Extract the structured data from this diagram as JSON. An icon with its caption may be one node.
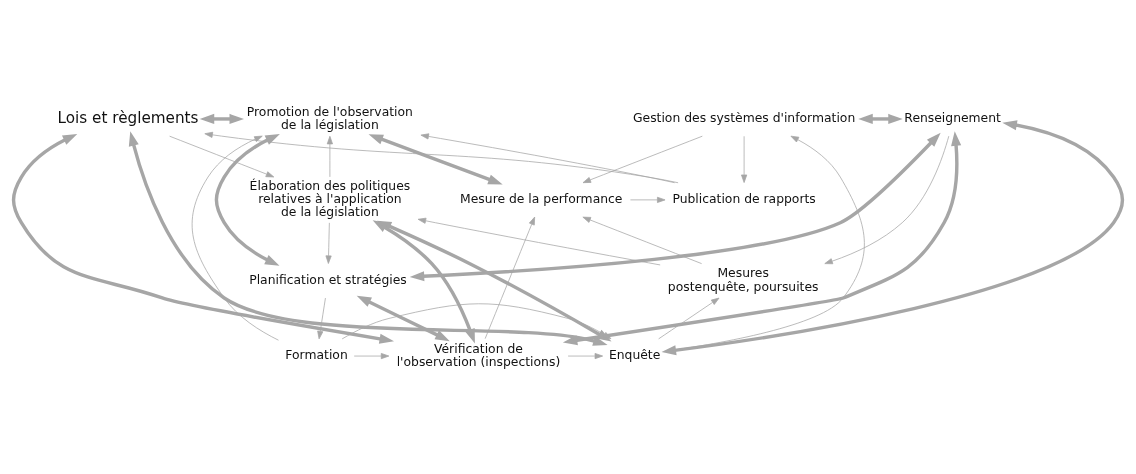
{
  "diagram": {
    "nodes": [
      {
        "text": [
          "Gestion des systèmes d'information"
        ]
      },
      {
        "text": [
          "Mesure de la performance"
        ]
      },
      {
        "text": [
          "Publication de rapports"
        ]
      },
      {
        "text": [
          "Élaboration des politiques relatives à l'application de la législation"
        ]
      },
      {
        "text": [
          "Renseignement"
        ]
      },
      {
        "text": [
          "Lois et règlements"
        ]
      },
      {
        "text": [
          "Promotion de l'observation de la législation"
        ]
      },
      {
        "text": [
          "Mesures postenquête, poursuites"
        ]
      },
      {
        "text": [
          "Planification et stratégies"
        ]
      },
      {
        "text": [
          "Enquête"
        ]
      },
      {
        "text": [
          "Vérification de l'observation (inspections)"
        ]
      },
      {
        "text": [
          "Formation"
        ]
      }
    ],
    "edges": [
      {
        "from": 0,
        "to": 2,
        "arrow": "to"
      },
      {
        "from": 0,
        "to": 1,
        "arrow": "to"
      },
      {
        "from": 1,
        "to": 2,
        "arrow": "to"
      },
      {
        "from": 2,
        "to": 6,
        "arrow": "to"
      },
      {
        "from": 2,
        "to": 5,
        "arrow": "to"
      },
      {
        "from": 1,
        "to": 6,
        "arrow": "both",
        "style": "thick"
      },
      {
        "from": 0,
        "to": 4,
        "arrow": "both",
        "style": "thick"
      },
      {
        "from": 9,
        "to": 0,
        "arrow": "to"
      },
      {
        "from": 4,
        "to": 7,
        "arrow": "to"
      },
      {
        "from": 4,
        "to": 9,
        "arrow": "both",
        "style": "thick"
      },
      {
        "from": 4,
        "to": 10,
        "arrow": "both",
        "style": "thick"
      },
      {
        "from": 4,
        "to": 8,
        "arrow": "both",
        "style": "thick"
      },
      {
        "from": 7,
        "to": 1,
        "arrow": "to"
      },
      {
        "from": 7,
        "to": 3,
        "arrow": "to"
      },
      {
        "from": 9,
        "to": 7,
        "arrow": "to"
      },
      {
        "from": 10,
        "to": 1,
        "arrow": "to"
      },
      {
        "from": 5,
        "to": 3,
        "arrow": "to"
      },
      {
        "from": 5,
        "to": 6,
        "arrow": "both",
        "style": "thick"
      },
      {
        "from": 9,
        "to": 5,
        "arrow": "both",
        "style": "thick"
      },
      {
        "from": 5,
        "to": 10,
        "arrow": "both",
        "style": "thick"
      },
      {
        "from": 9,
        "to": 3,
        "arrow": "both",
        "style": "thick"
      },
      {
        "from": 10,
        "to": 3,
        "arrow": "both",
        "style": "thick"
      },
      {
        "from": 3,
        "to": 6,
        "arrow": "to"
      },
      {
        "from": 3,
        "to": 8,
        "arrow": "to"
      },
      {
        "from": 6,
        "to": 8,
        "arrow": "both",
        "style": "thick"
      },
      {
        "from": 10,
        "to": 8,
        "arrow": "both",
        "style": "thick"
      },
      {
        "from": 11,
        "to": 6,
        "arrow": "to"
      },
      {
        "from": 8,
        "to": 11,
        "arrow": "to"
      },
      {
        "from": 10,
        "to": 9,
        "arrow": "to"
      },
      {
        "from": 11,
        "to": 9,
        "arrow": "to"
      },
      {
        "from": 11,
        "to": 10,
        "arrow": "to"
      }
    ]
  }
}
